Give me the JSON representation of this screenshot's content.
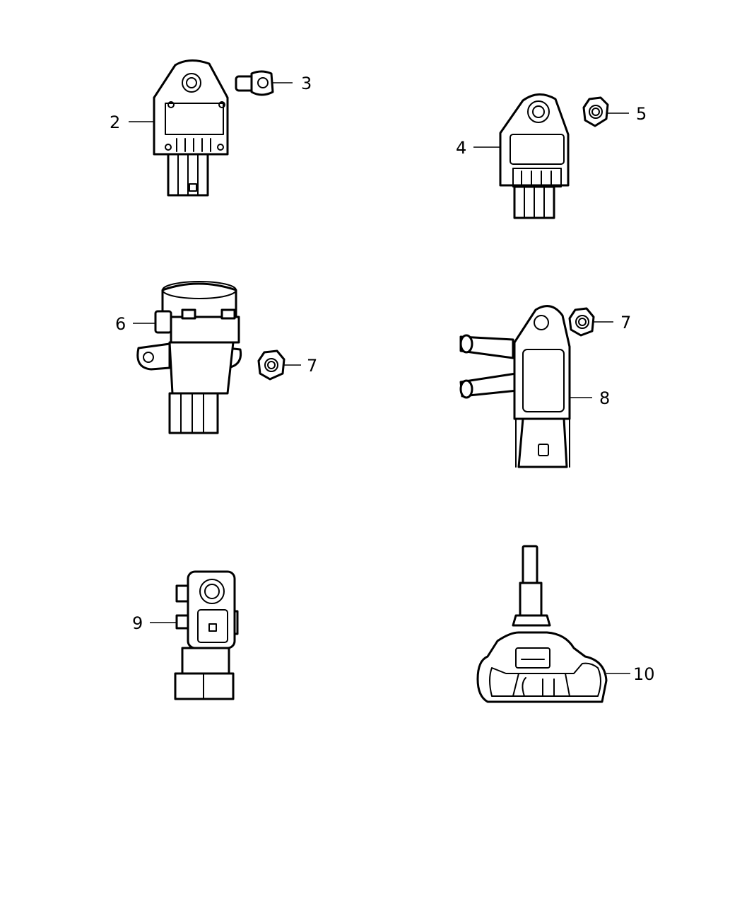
{
  "diagram": {
    "callouts": [
      {
        "id": "2",
        "text": "2"
      },
      {
        "id": "3",
        "text": "3"
      },
      {
        "id": "4",
        "text": "4"
      },
      {
        "id": "5",
        "text": "5"
      },
      {
        "id": "6",
        "text": "6"
      },
      {
        "id": "7a",
        "text": "7"
      },
      {
        "id": "7b",
        "text": "7"
      },
      {
        "id": "8",
        "text": "8"
      },
      {
        "id": "9",
        "text": "9"
      },
      {
        "id": "10",
        "text": "10"
      }
    ]
  }
}
